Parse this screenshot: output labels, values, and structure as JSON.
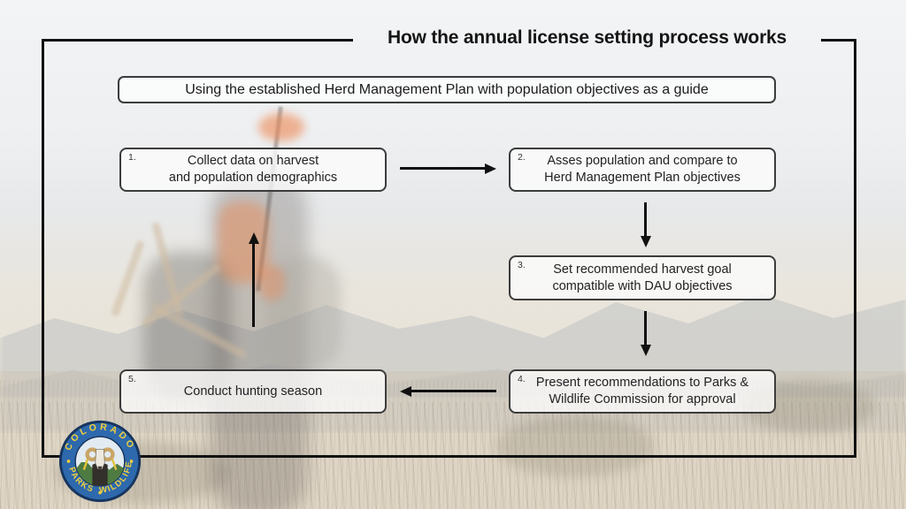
{
  "title": "How the annual license setting process works",
  "guide_banner": "Using the established Herd Management Plan with population objectives as a guide",
  "steps": [
    {
      "number": "1.",
      "line1": "Collect data on harvest",
      "line2": "and population demographics"
    },
    {
      "number": "2.",
      "line1": "Asses population and compare to",
      "line2": "Herd Management Plan objectives"
    },
    {
      "number": "3.",
      "line1": "Set recommended harvest goal",
      "line2": "compatible with DAU objectives"
    },
    {
      "number": "4.",
      "line1": "Present recommendations to Parks &",
      "line2": "Wildlife Commission for approval"
    },
    {
      "number": "5.",
      "line1": "Conduct hunting season",
      "line2": ""
    }
  ],
  "logo": {
    "top_text": "COLORADO",
    "bottom_left_text": "PARKS",
    "bottom_right_text": "WILDLIFE",
    "ring_color": "#2e69ad",
    "outline_color": "#16355e",
    "text_color": "#f2cf3a",
    "mountain_color": "#4e7b42"
  },
  "colors": {
    "frame_and_arrows": "#111111",
    "box_border": "#3c3c3c",
    "accent_orange_vest": "#ec7e44"
  }
}
